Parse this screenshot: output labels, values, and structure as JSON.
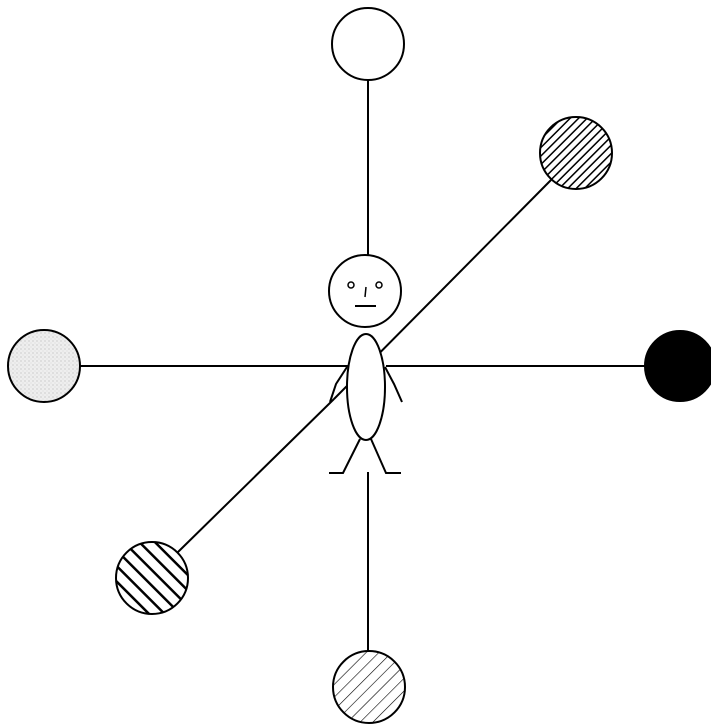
{
  "diagram": {
    "background_color": "#ffffff",
    "line_color": "#000000",
    "center_figure": {
      "type": "stick-figure",
      "face": "neutral"
    },
    "nodes": [
      {
        "id": "top",
        "fill": "white",
        "color": "#ffffff"
      },
      {
        "id": "upper-right",
        "fill": "dense-diagonal-hatch",
        "color": "#000000"
      },
      {
        "id": "right",
        "fill": "solid-black",
        "color": "#000000"
      },
      {
        "id": "bottom",
        "fill": "light-diagonal-hatch",
        "color": "#000000"
      },
      {
        "id": "lower-left",
        "fill": "bold-diagonal-stripes",
        "color": "#000000"
      },
      {
        "id": "left",
        "fill": "light-gray-stipple",
        "color": "#e6e6e6"
      }
    ]
  }
}
